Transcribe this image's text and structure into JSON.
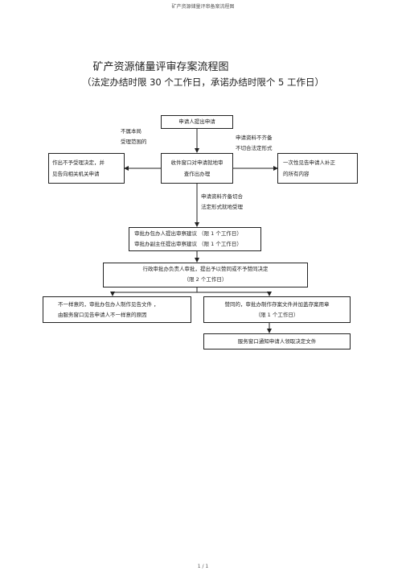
{
  "header": "矿产资源储量评审备案流程图",
  "title": "矿产资源储量评审存案流程图",
  "subtitle": "（法定办结时限  30 个工作日，承诺办结时限个    5 工作日）",
  "nodes": {
    "apply": "申请人提出申请",
    "window": [
      "收件窗口对申请就地审",
      "查作出办理"
    ],
    "reject": [
      "作出不予受理决定，并",
      "见告向相关机关申请"
    ],
    "supplement": [
      "一次性见告申请人补正",
      "的所有内容"
    ],
    "review": [
      "审批办包办人提出审察建议    （限 1 个工作日）",
      "审批办副主任提出审察建议    （限 1 个工作日）"
    ],
    "decision": [
      "行政审批办负责人审批，提出予以赞同或不予赞同决定",
      "（限 2 个工作日）"
    ],
    "disagree": [
      "不一样意的，审批办包办人制作见告文件        ，",
      "由服务窗口见告申请人不一样意的原因"
    ],
    "agree": [
      "赞同的，审批办制作存案文件并加盖存案用章",
      "（限 1 个工作日）"
    ],
    "notify": "服务窗口通知申请人领取决定文件"
  },
  "notes": {
    "out_of_scope": [
      "不属本局",
      "受理范围的"
    ],
    "incomplete": [
      "申请资料不齐备",
      "不切合法定形式"
    ],
    "complete": [
      "申请资料齐备切合",
      "法定形式就地受理"
    ]
  },
  "footer": "1 / 1"
}
